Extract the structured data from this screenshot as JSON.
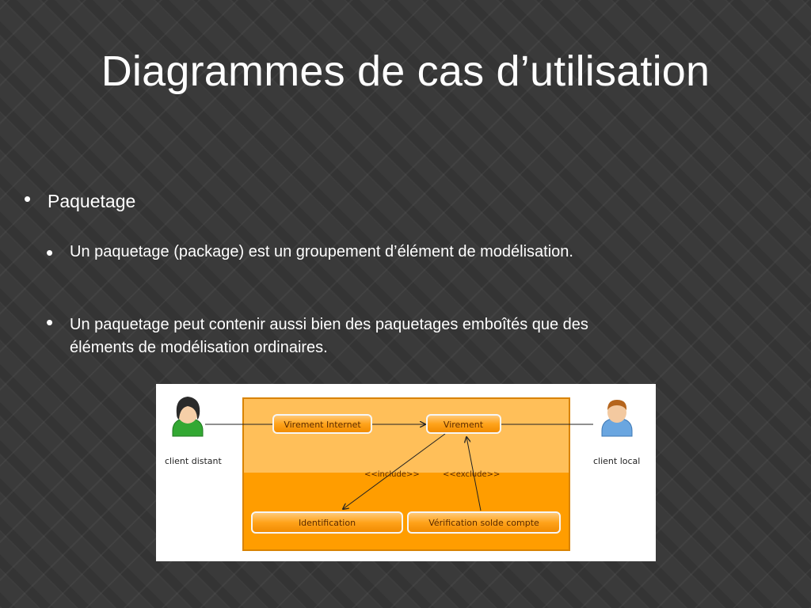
{
  "slide": {
    "title": "Diagrammes de cas d’utilisation",
    "bullets": {
      "level1": "Paquetage",
      "items": [
        {
          "text": "Un paquetage (package) est un groupement d’élément de modélisation."
        },
        {
          "text": "Un paquetage peut contenir aussi bien des paquetages emboîtés que des éléments de modélisation ordinaires."
        }
      ]
    }
  },
  "diagram": {
    "actors": {
      "left": {
        "label": "client distant",
        "icon": "person-female-icon"
      },
      "right": {
        "label": "client local",
        "icon": "person-male-icon"
      }
    },
    "use_cases": {
      "virement_internet": "Virement Internet",
      "virement": "Virement",
      "identification": "Identification",
      "verification": "Vérification solde compte"
    },
    "relations": {
      "include": "<<include>>",
      "exclude": "<<exclude>>"
    },
    "colors": {
      "package_light": "#ffbf59",
      "package_dark": "#ff9d00",
      "use_case": "#ffa31a",
      "text": "#5a2a00"
    }
  }
}
